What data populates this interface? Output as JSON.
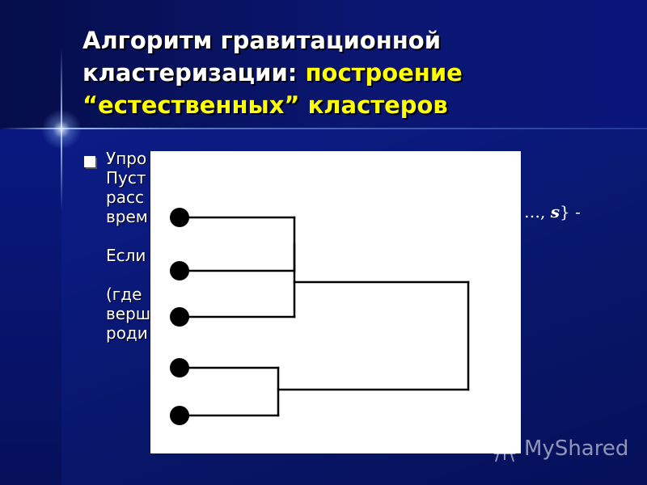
{
  "slide": {
    "title_white": "Алгоритм гравитационной кластеризации: ",
    "title_yellow": "построение “естественных” кластеров",
    "body_lines": [
      "Упро",
      "Пуст",
      "расс",
      "врем",
      "",
      "Если",
      "",
      "(где",
      "верш",
      "роди"
    ],
    "set_tail_prefix": "…, ",
    "set_tail_var": "s",
    "set_tail_suffix": "} -"
  },
  "diagram": {
    "type": "dendrogram",
    "leaves": 5,
    "merges": [
      {
        "children": [
          "leaf-1",
          "leaf-2"
        ]
      },
      {
        "children": [
          "merge-1",
          "leaf-3"
        ]
      },
      {
        "children": [
          "leaf-4",
          "leaf-5"
        ]
      },
      {
        "children": [
          "merge-2",
          "merge-3"
        ]
      }
    ]
  },
  "watermark": {
    "text": "MyShared",
    "icon": "presentation-board-icon"
  }
}
